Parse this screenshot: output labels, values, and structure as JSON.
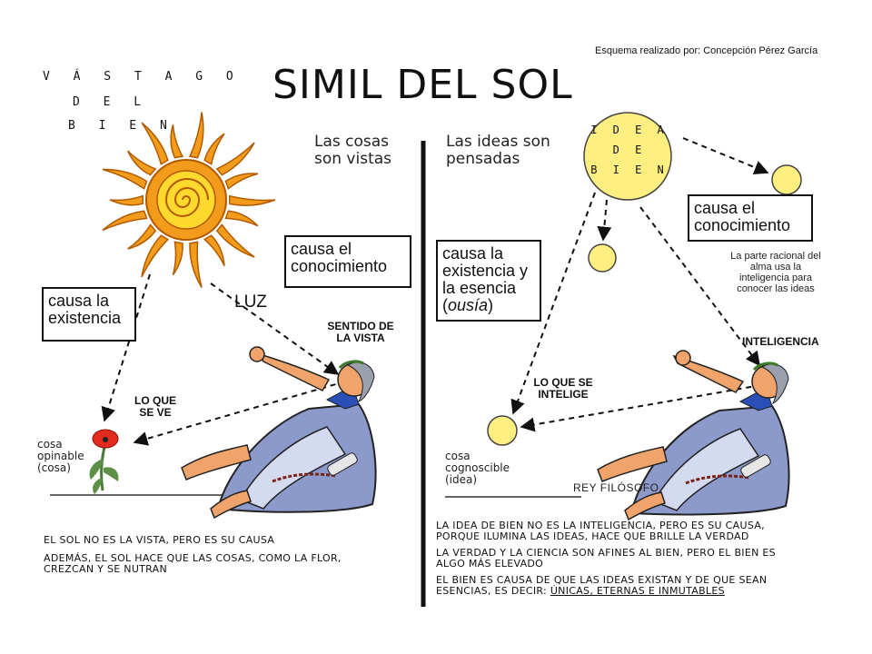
{
  "credit": "Esquema realizado por: Concepción Pérez García",
  "title": "SIMIL DEL SOL",
  "vastago": {
    "line1": "V Á S T A G O",
    "line2": "D E L",
    "line3": "B I E N"
  },
  "left": {
    "heading_line1": "Las cosas",
    "heading_line2": "son vistas",
    "box_causa_existencia": {
      "line1": "causa la",
      "line2": "existencia"
    },
    "box_causa_conocimiento": {
      "line1": "causa el",
      "line2": "conocimiento"
    },
    "luz": "LUZ",
    "sentido_vista": {
      "line1": "SENTIDO DE",
      "line2": "LA VISTA"
    },
    "lo_que_se_ve": {
      "line1": "LO QUE",
      "line2": "SE VE"
    },
    "cosa_opinable": {
      "line1": "cosa",
      "line2": "opinable",
      "line3": "(cosa)"
    },
    "notes": [
      "EL SOL NO ES LA VISTA, PERO ES SU CAUSA",
      "ADEMÁS, EL SOL HACE QUE LAS COSAS, COMO LA FLOR,",
      "CREZCAN Y SE NUTRAN"
    ]
  },
  "right": {
    "heading_line1": "Las ideas son",
    "heading_line2": "pensadas",
    "idea_de_bien": {
      "line1": "I D E A",
      "line2": "D E",
      "line3": "B I E N"
    },
    "box_causa_conocimiento": {
      "line1": "causa el",
      "line2": "conocimiento"
    },
    "parte_racional": {
      "line1": "La parte racional del",
      "line2": "alma usa la",
      "line3": "inteligencia para",
      "line4": "conocer las ideas"
    },
    "box_existencia": {
      "line1": "causa la",
      "line2": "existencia y",
      "line3": "la esencia",
      "line4_pre": "(",
      "line4_italic": "ousía",
      "line4_post": ")"
    },
    "inteligencia": "INTELIGENCIA",
    "lo_que_se_intelige": {
      "line1": "LO QUE SE",
      "line2": "INTELIGE"
    },
    "cosa_cognoscible": {
      "line1": "cosa",
      "line2": "cognoscible",
      "line3": "(idea)"
    },
    "rey_filosofo": "REY FILÓSOFO",
    "notes": {
      "n1": "LA IDEA DE BIEN NO ES LA INTELIGENCIA, PERO ES SU CAUSA,",
      "n2": "PORQUE ILUMINA LAS IDEAS, HACE QUE BRILLE LA VERDAD",
      "n3": "LA VERDAD Y LA CIENCIA SON AFINES AL BIEN, PERO EL BIEN ES",
      "n4": "ALGO MÁS ELEVADO",
      "n5": "EL BIEN ES CAUSA DE QUE LAS IDEAS EXISTAN Y DE QUE SEAN",
      "n6_pre": "ESENCIAS, ES DECIR: ",
      "n6_underlined": "ÚNICAS, ETERNAS E INMUTABLES"
    }
  },
  "colors": {
    "sun_outer": "#f39c1c",
    "sun_inner": "#ffd92e",
    "idea_yellow": "#ffee80",
    "robe": "#8c9acb",
    "robe_light": "#d4dbf0",
    "skin": "#f0a36a",
    "flower": "#e22b1e",
    "stem": "#4a7a3a"
  }
}
